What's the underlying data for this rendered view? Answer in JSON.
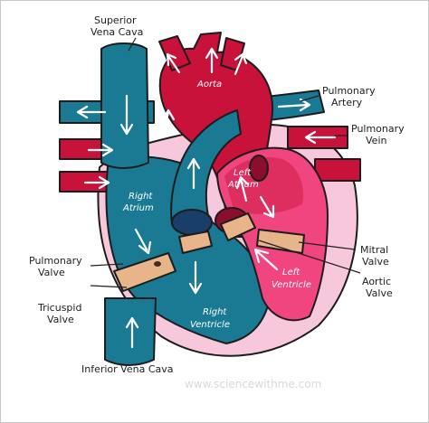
{
  "labels": {
    "superior_vena_cava_1": "Superior",
    "superior_vena_cava_2": "Vena Cava",
    "aorta": "Aorta",
    "pulmonary_artery_1": "Pulmonary",
    "pulmonary_artery_2": "Artery",
    "pulmonary_vein_1": "Pulmonary",
    "pulmonary_vein_2": "Vein",
    "left_atrium_1": "Left",
    "left_atrium_2": "Atrium",
    "right_atrium_1": "Right",
    "right_atrium_2": "Atrium",
    "pulmonary_valve_1": "Pulmonary",
    "pulmonary_valve_2": "Valve",
    "mitral_valve_1": "Mitral",
    "mitral_valve_2": "Valve",
    "left_ventricle_1": "Left",
    "left_ventricle_2": "Ventricle",
    "aortic_valve_1": "Aortic",
    "aortic_valve_2": "Valve",
    "tricuspid_valve_1": "Tricuspid",
    "tricuspid_valve_2": "Valve",
    "right_ventricle_1": "Right",
    "right_ventricle_2": "Ventricle",
    "inferior_vena_cava": "Inferior Vena Cava",
    "watermark": "www.sciencewithme.com"
  },
  "colors": {
    "blood_red": "#c8123a",
    "blood_blue": "#1a7a93",
    "left_chamber_pink": "#f0457f",
    "wall_pink": "#f7c8dc",
    "valve_tan": "#e8b48a"
  },
  "icons": [
    "flow-arrow-icon"
  ]
}
